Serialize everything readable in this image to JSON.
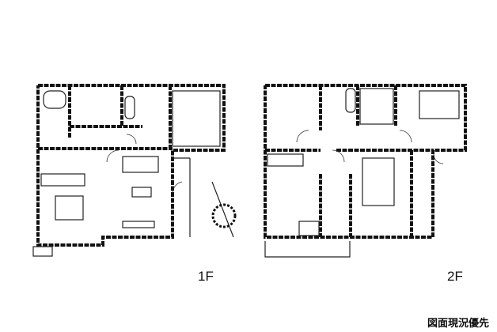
{
  "floors": [
    {
      "label": "1F"
    },
    {
      "label": "2F"
    }
  ],
  "note": "図面現況優先"
}
